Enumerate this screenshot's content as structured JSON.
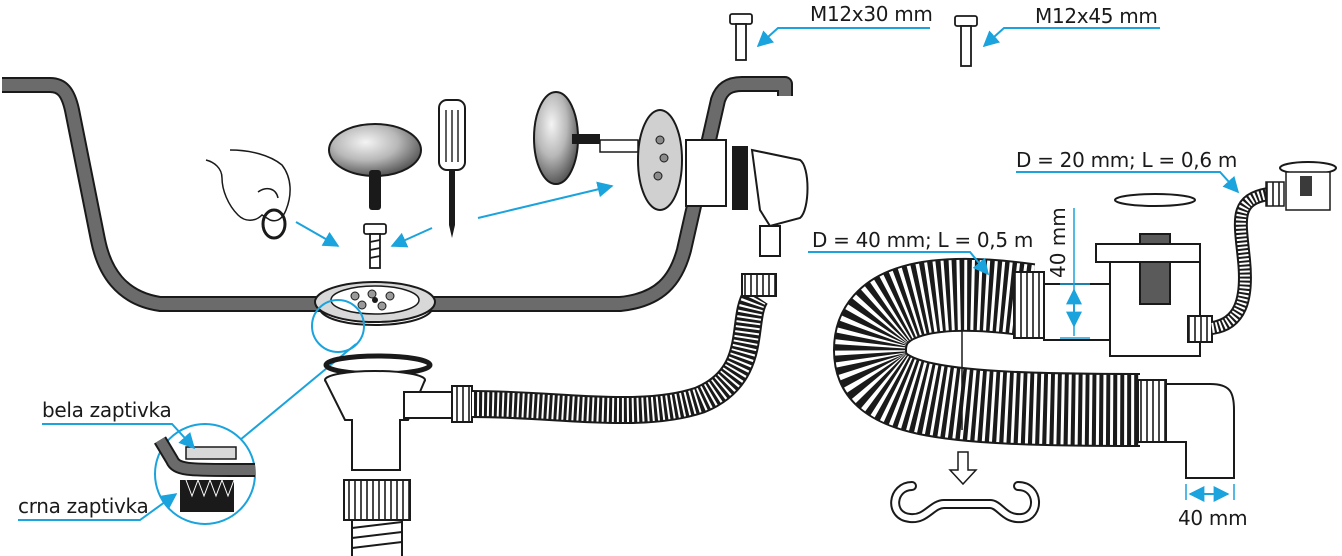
{
  "labels": {
    "screw_short": "M12x30 mm",
    "screw_long": "M12x45 mm",
    "overflow_hose": "D = 20 mm; L = 0,6 m",
    "drain_hose": "D = 40 mm; L = 0,5 m",
    "pipe_diameter": "40 mm",
    "outlet_width": "40 mm",
    "white_gasket": "bela zaptivka",
    "black_gasket": "crna zaptivka"
  },
  "colors": {
    "sink": "#6b6b6b",
    "leader": "#1aa3dc",
    "ink": "#1a1a1a"
  }
}
